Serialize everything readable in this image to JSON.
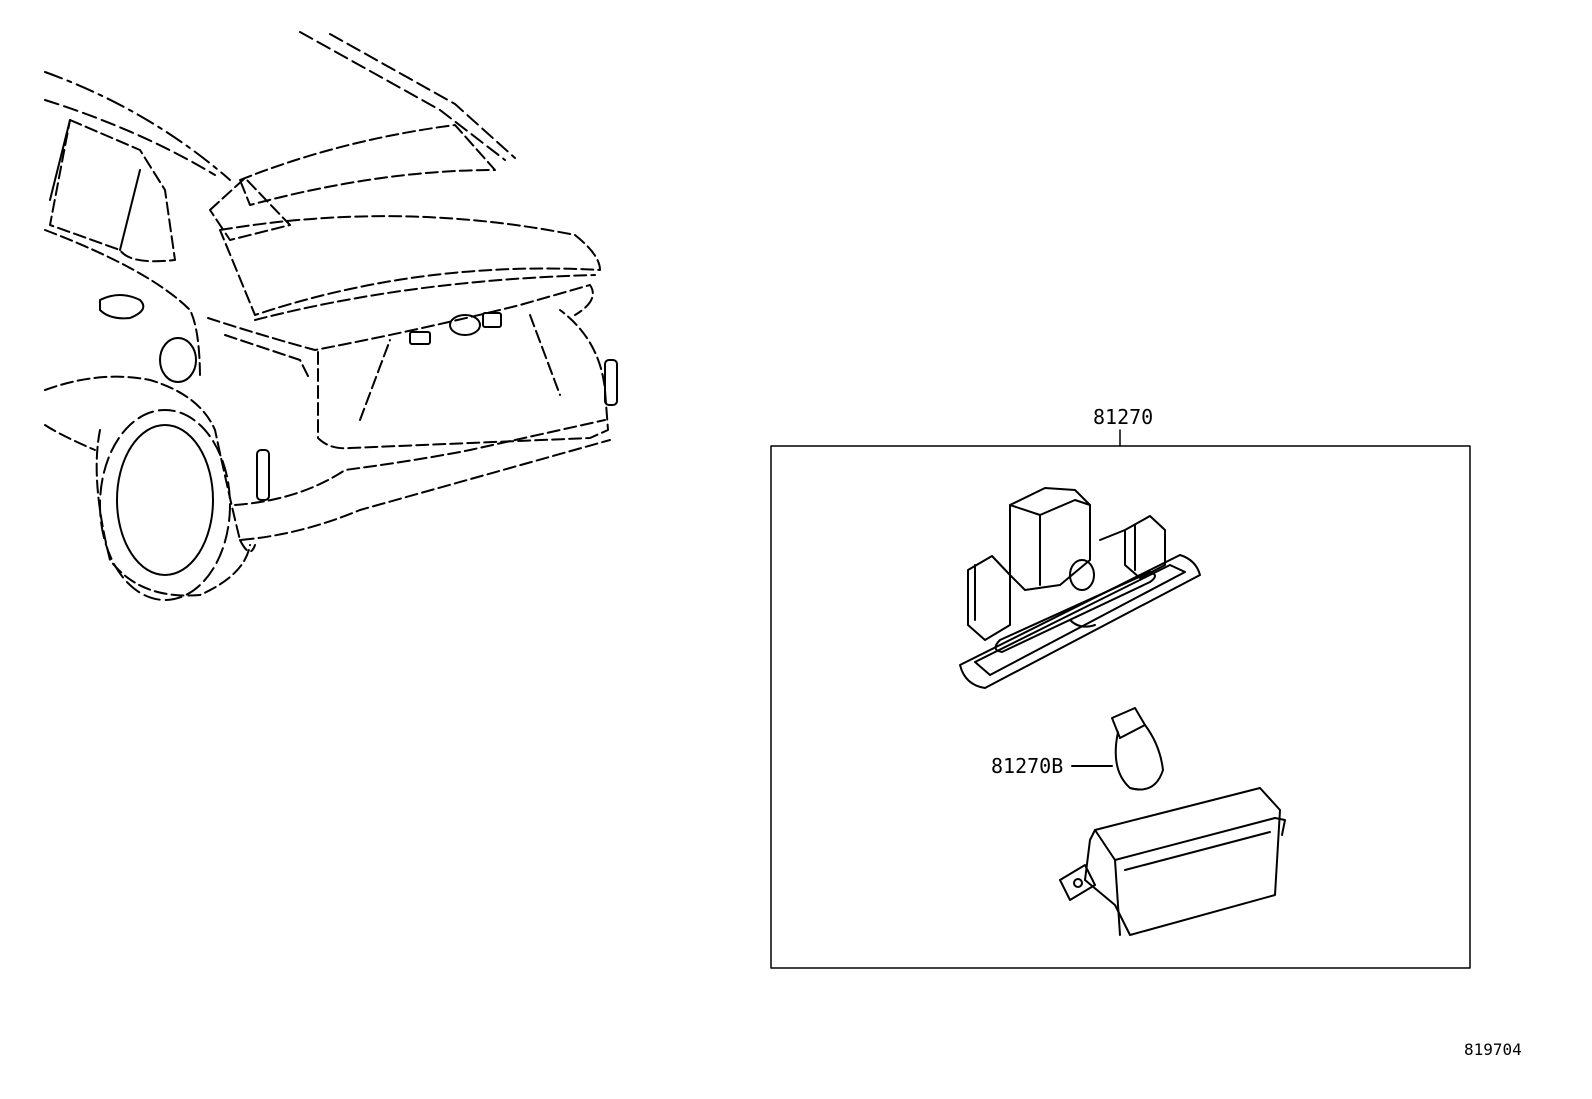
{
  "diagram": {
    "assembly_part_number": "81270",
    "bulb_part_number": "81270B",
    "illustration_number": "819704"
  },
  "colors": {
    "line": "#000000",
    "background": "#ffffff"
  },
  "icons": {
    "vehicle": "vehicle-rear-view-icon",
    "lamp_housing": "license-lamp-housing-icon",
    "bulb": "wedge-bulb-icon",
    "lens": "lamp-lens-icon"
  }
}
